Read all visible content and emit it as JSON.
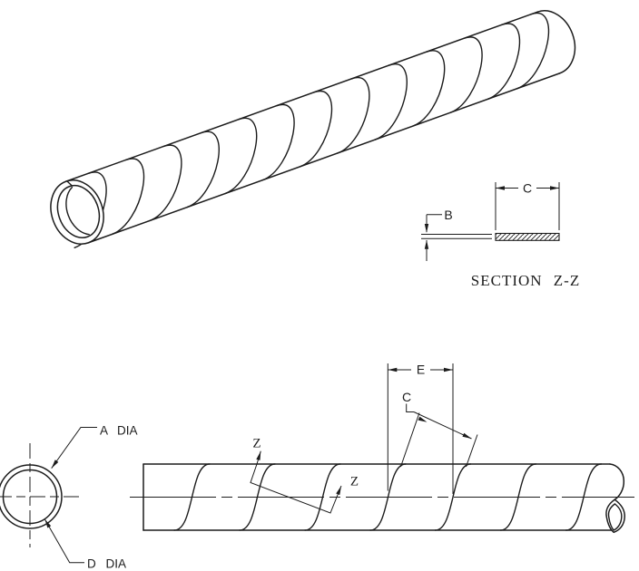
{
  "drawing": {
    "section_title": "SECTION Z-Z",
    "dims": {
      "b": "B",
      "c_section": "C",
      "e": "E",
      "c_side": "C"
    },
    "cut_marks": {
      "z_first": "Z",
      "z_second": "Z"
    },
    "diameters": {
      "outer": "A DIA",
      "inner": "D DIA"
    },
    "colors": {
      "line": "#1c1c1c",
      "background": "#ffffff"
    }
  }
}
